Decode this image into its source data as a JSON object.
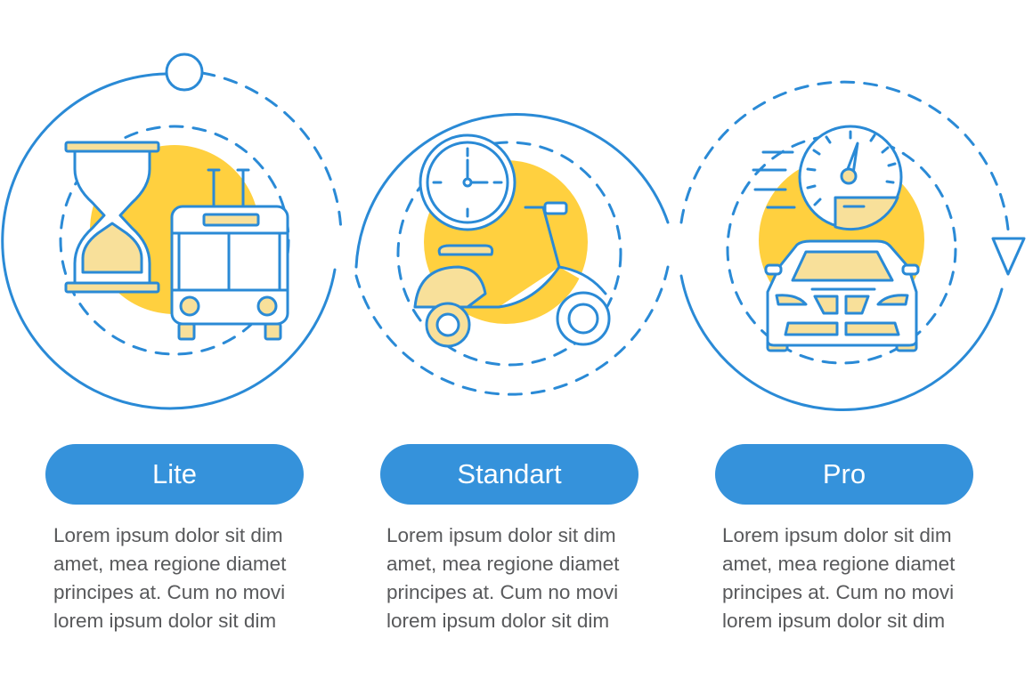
{
  "colors": {
    "blue": "#2a8ad6",
    "pill": "#3592db",
    "yellow": "#ffd03f",
    "light_yellow": "#f8e09a",
    "text": "#58595b"
  },
  "plans": [
    {
      "label": "Lite",
      "icons": [
        "hourglass-icon",
        "trolleybus-icon"
      ],
      "lines": [
        "Lorem ipsum dolor sit dim",
        "amet, mea regione diamet",
        "principes at. Cum no movi",
        "lorem ipsum dolor sit dim"
      ]
    },
    {
      "label": "Standart",
      "icons": [
        "clock-icon",
        "scooter-icon"
      ],
      "lines": [
        "Lorem ipsum dolor sit dim",
        "amet, mea regione diamet",
        "principes at. Cum no movi",
        "lorem ipsum dolor sit dim"
      ]
    },
    {
      "label": "Pro",
      "icons": [
        "speedometer-icon",
        "car-icon"
      ],
      "lines": [
        "Lorem ipsum dolor sit dim",
        "amet, mea regione diamet",
        "principes at. Cum no movi",
        "lorem ipsum dolor sit dim"
      ]
    }
  ]
}
